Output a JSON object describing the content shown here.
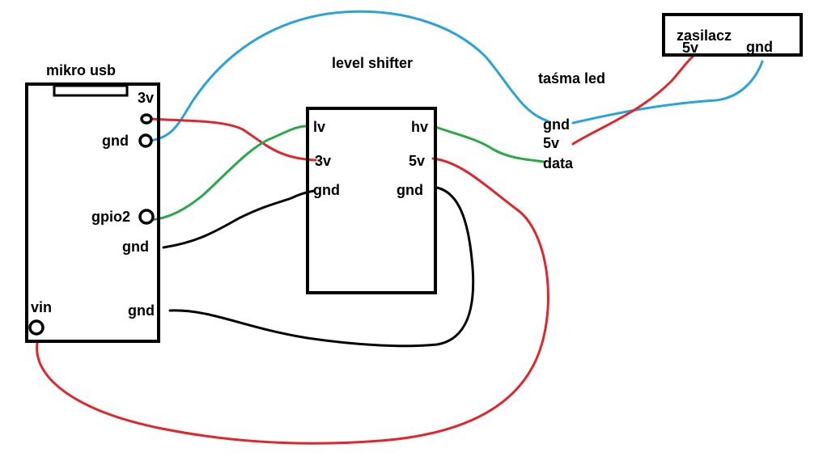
{
  "colors": {
    "power": "#e0262b",
    "ground": "#000000",
    "signal": "#2aa84a",
    "supply_ground": "#2aa3dc"
  },
  "board": {
    "usb_label": "mikro usb",
    "pin_3v": "3v",
    "pin_gnd_1": "gnd",
    "pin_gpio2": "gpio2",
    "pin_gnd_2": "gnd",
    "pin_vin": "vin",
    "pin_gnd_3": "gnd"
  },
  "level_shifter": {
    "title": "level shifter",
    "lv": "lv",
    "lv_3v": "3v",
    "lv_gnd": "gnd",
    "hv": "hv",
    "hv_5v": "5v",
    "hv_gnd": "gnd"
  },
  "led_strip": {
    "title": "taśma led",
    "gnd": "gnd",
    "v5": "5v",
    "data": "data"
  },
  "power_supply": {
    "title": "zasilacz",
    "v5": "5v",
    "gnd": "gnd"
  }
}
